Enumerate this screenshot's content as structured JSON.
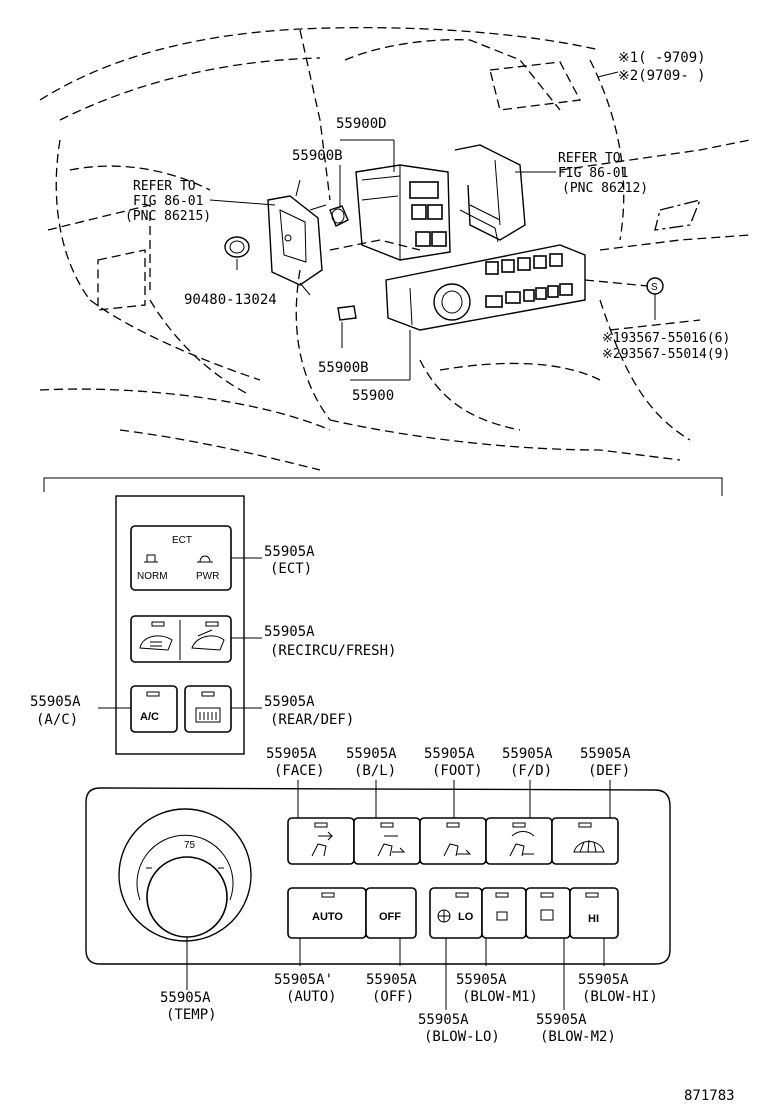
{
  "notes": {
    "note1": "※1(      -9709)",
    "note2": "※2(9709-      )"
  },
  "top": {
    "p55900D": "55900D",
    "p55900B_top": "55900B",
    "p55900B_bottom": "55900B",
    "p55900": "55900",
    "p90480": "90480-13024",
    "ref_left": {
      "line1": "REFER TO",
      "line2": "FIG 86-01",
      "line3": "(PNC 86215)"
    },
    "ref_right": {
      "line1": "REFER TO",
      "line2": "FIG 86-01",
      "line3": "(PNC 86212)"
    },
    "bulb_symbol": "S",
    "bulb1": "※193567-55016(6)",
    "bulb2": "※293567-55014(9)"
  },
  "panel": {
    "ect_title": "ECT",
    "ect_norm": "NORM",
    "ect_pwr": "PWR",
    "ac_label": "A/C",
    "temp_mark": "75",
    "auto_label": "AUTO",
    "off_label": "OFF",
    "lo_label": "LO",
    "hi_label": "HI"
  },
  "callouts": {
    "ect": {
      "part": "55905A",
      "desc": "(ECT)"
    },
    "recirc": {
      "part": "55905A",
      "desc": "(RECIRCU/FRESH)"
    },
    "ac": {
      "part": "55905A",
      "desc": "(A/C)"
    },
    "rear": {
      "part": "55905A",
      "desc": "(REAR/DEF)"
    },
    "face": {
      "part": "55905A",
      "desc": "(FACE)"
    },
    "bl": {
      "part": "55905A",
      "desc": "(B/L)"
    },
    "foot": {
      "part": "55905A",
      "desc": "(FOOT)"
    },
    "fd": {
      "part": "55905A",
      "desc": "(F/D)"
    },
    "def": {
      "part": "55905A",
      "desc": "(DEF)"
    },
    "temp": {
      "part": "55905A",
      "desc": "(TEMP)"
    },
    "auto": {
      "part": "55905A'",
      "desc": "(AUTO)"
    },
    "off": {
      "part": "55905A",
      "desc": "(OFF)"
    },
    "blowlo": {
      "part": "55905A",
      "desc": "(BLOW-LO)"
    },
    "blowm1": {
      "part": "55905A",
      "desc": "(BLOW-M1)"
    },
    "blowm2": {
      "part": "55905A",
      "desc": "(BLOW-M2)"
    },
    "blowhi": {
      "part": "55905A",
      "desc": "(BLOW-HI)"
    }
  },
  "figure_id": "871783"
}
